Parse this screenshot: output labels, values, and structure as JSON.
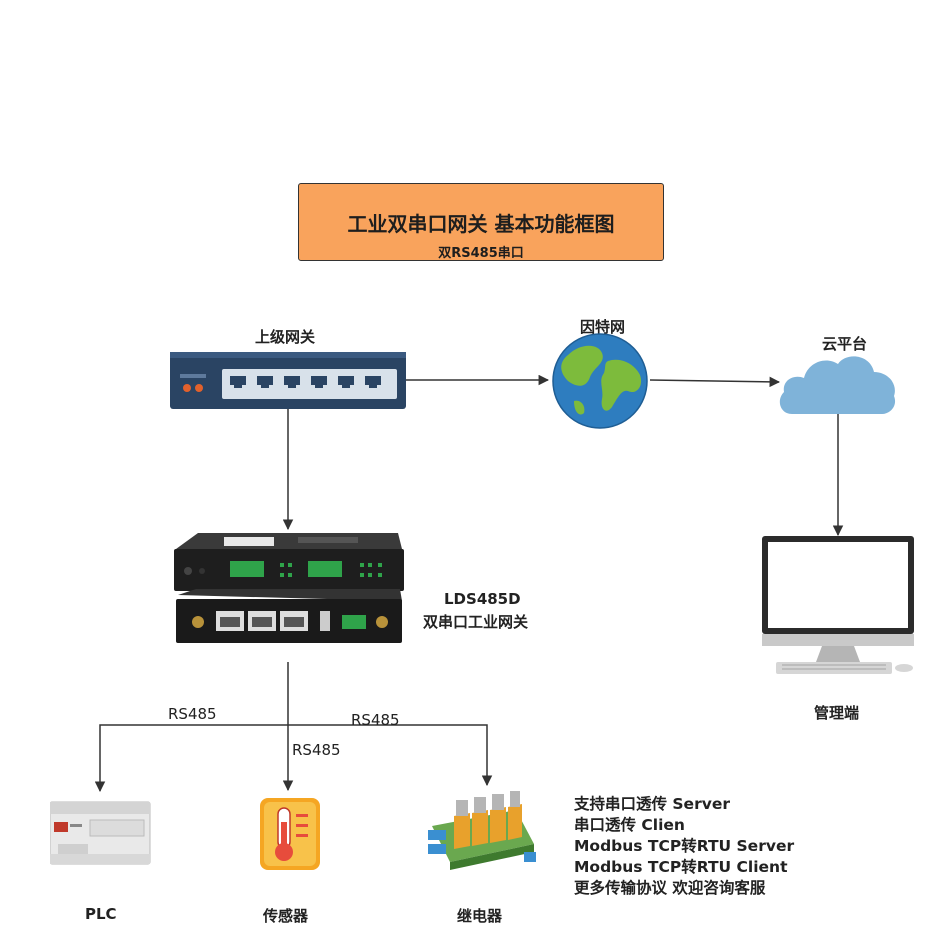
{
  "title": {
    "main": "工业双串口网关 基本功能框图",
    "sub": "双RS485串口"
  },
  "nodes": {
    "upper_gateway": "上级网关",
    "internet": "因特网",
    "cloud": "云平台",
    "gateway": {
      "model": "LDS485D",
      "name": "双串口工业网关"
    },
    "management": "管理端",
    "plc": "PLC",
    "sensor": "传感器",
    "relay": "继电器"
  },
  "links": {
    "rs485_left": "RS485",
    "rs485_right": "RS485",
    "rs485_center": "RS485"
  },
  "features": [
    "支持串口透传 Server",
    "串口透传 Clien",
    "Modbus TCP转RTU Server",
    "Modbus TCP转RTU Client",
    "更多传输协议 欢迎咨询客服"
  ],
  "colors": {
    "title_bg": "#f9a35c",
    "switch_body": "#2a4463",
    "cloud": "#7fb3d9",
    "globe_ocean": "#2e7dbf",
    "globe_land": "#7dbb3c"
  },
  "icons": [
    "network-switch-icon",
    "globe-icon",
    "cloud-icon",
    "gateway-device-icon",
    "monitor-icon",
    "plc-icon",
    "thermometer-icon",
    "relay-board-icon"
  ]
}
